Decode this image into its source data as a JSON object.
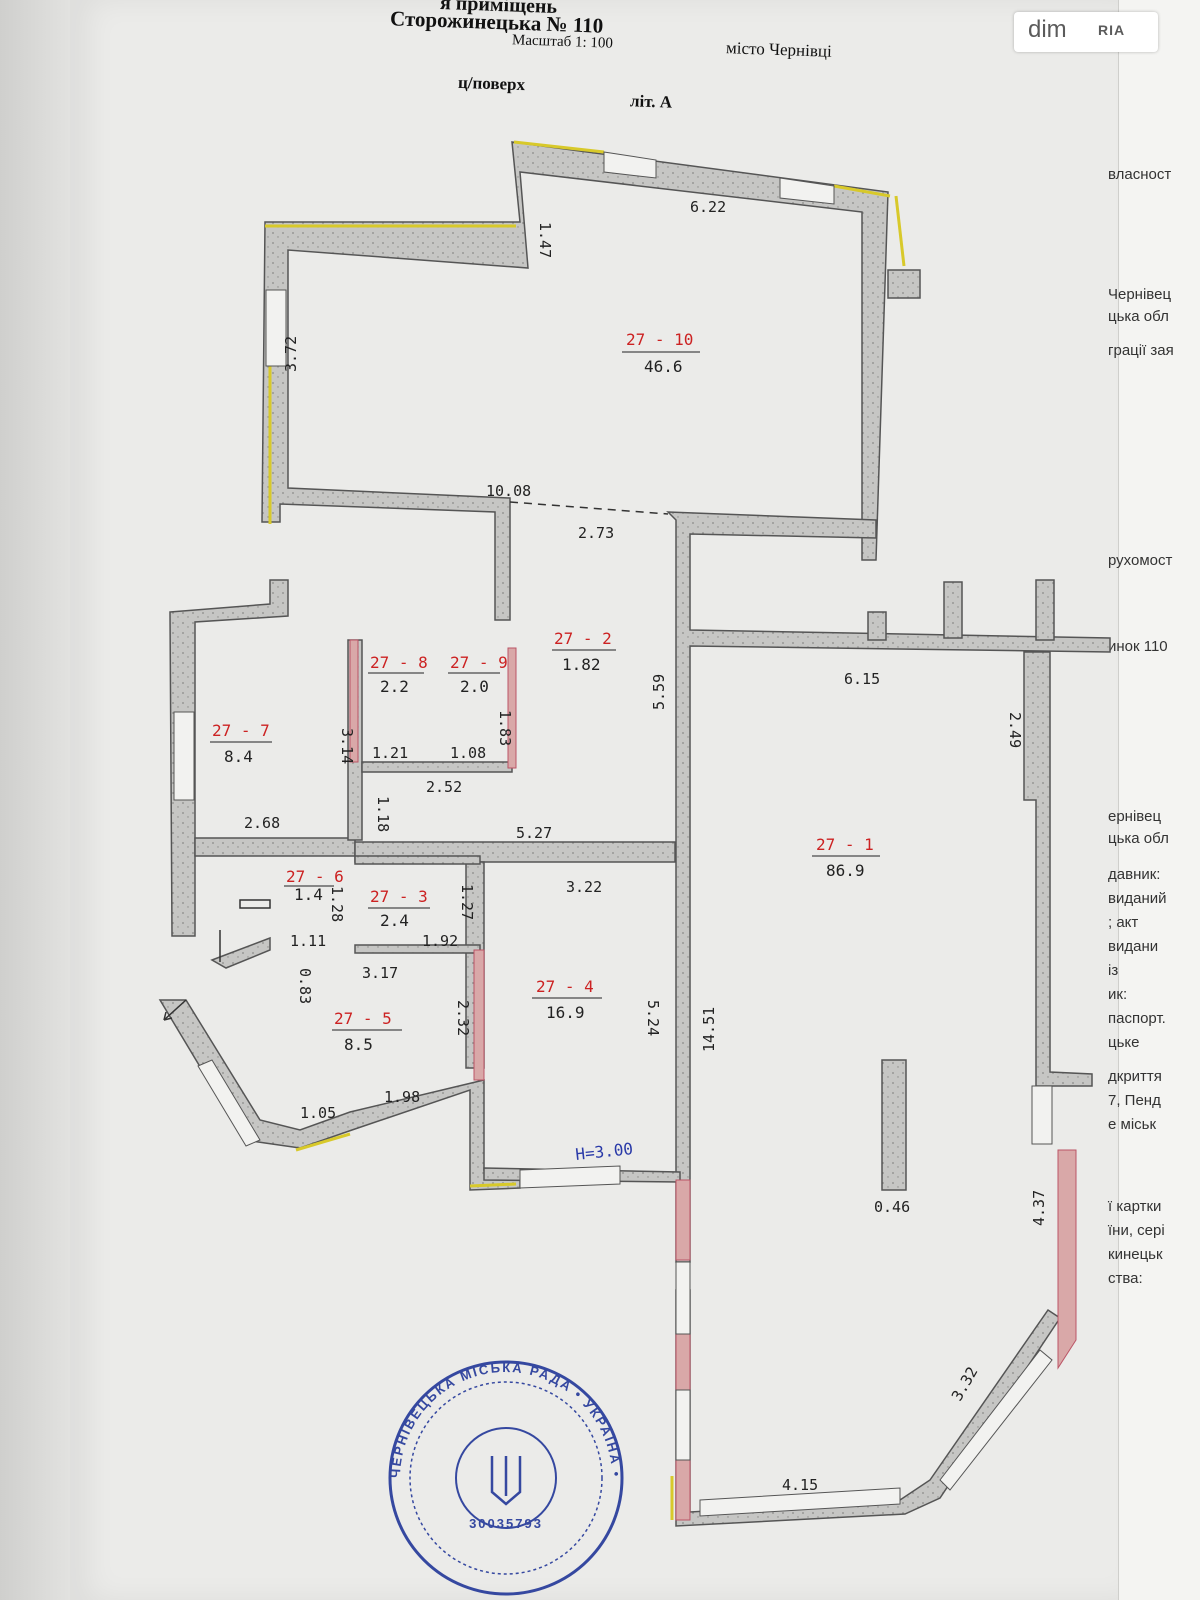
{
  "header": {
    "title": "я приміщень",
    "street": "Сторожинецька    № 110",
    "scale": "Масштаб    1: 100",
    "city": "місто Чернівці",
    "floor": "ц/поверх",
    "letter": "літ.  А"
  },
  "watermark": {
    "brand": "dim",
    "sub": "RIA"
  },
  "rooms": [
    {
      "id": "27 - 1",
      "area": "86.9"
    },
    {
      "id": "27 - 2",
      "area": "1.82"
    },
    {
      "id": "27 - 3",
      "area": "2.4"
    },
    {
      "id": "27 - 4",
      "area": "16.9"
    },
    {
      "id": "27 - 5",
      "area": "8.5"
    },
    {
      "id": "27 - 6",
      "area": "1.4"
    },
    {
      "id": "27 - 7",
      "area": "8.4"
    },
    {
      "id": "27 - 8",
      "area": "2.2"
    },
    {
      "id": "27 - 9",
      "area": "2.0"
    },
    {
      "id": "27 - 10",
      "area": "46.6"
    }
  ],
  "dimensions": [
    "6.22",
    "1.47",
    "3.72",
    "10.08",
    "2.73",
    "5.59",
    "6.15",
    "2.49",
    "1.21",
    "1.08",
    "1.83",
    "3.14",
    "2.52",
    "1.18",
    "2.68",
    "5.27",
    "3.22",
    "1.28",
    "1.27",
    "1.11",
    "1.92",
    "3.17",
    "0.83",
    "2.32",
    "5.24",
    "14.51",
    "1.98",
    "1.05",
    "0.46",
    "4.37",
    "3.32",
    "4.15"
  ],
  "height_label": "H=3.00",
  "side_text": [
    "власност",
    "Чернівец",
    "цька обл",
    "грації зая",
    "рухомост",
    "инок 110",
    "ернівец",
    "цька обл",
    "давник:",
    "виданий",
    "; акт",
    "видани",
    "із",
    "ик:",
    "паспорт.",
    "цьке",
    "дкриття",
    "7, Пенд",
    "е міськ",
    "ї картки",
    "їни, сері",
    "кинецьк",
    "ства:"
  ],
  "stamp": {
    "text": "ЧЕРНІВЕЦЬКА МІСЬКА РАДА • УКРАЇНА •",
    "code": "30035793"
  },
  "colors": {
    "wall": "#c4c4c2",
    "wall_edge": "#555555",
    "yellow_trim": "#d8c92a",
    "red_trim": "#d9a0a0",
    "room_id": "#cc2222",
    "stamp": "#3548a0"
  }
}
